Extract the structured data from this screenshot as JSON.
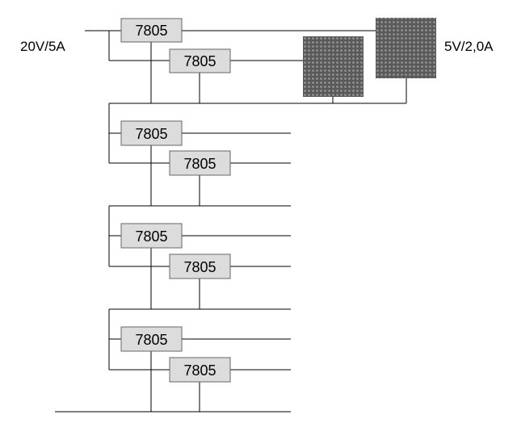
{
  "input_label": "20V/5A",
  "output_label": "5V/2,0A",
  "regulator_label": "7805",
  "colors": {
    "regulator_fill": "#dcdcdc",
    "regulator_border": "#666666",
    "wire": "#000000",
    "led_panel": "#5a5a5a",
    "led_panel_dots": "#9a9a9a"
  },
  "icons": [
    "led-panel-icon"
  ]
}
